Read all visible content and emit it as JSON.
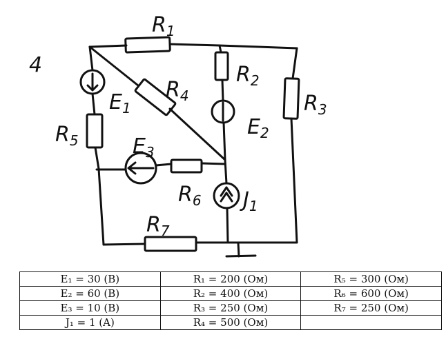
{
  "diagram": {
    "labels": {
      "node": "4",
      "R1": "R1",
      "R2": "R2",
      "R3": "R3",
      "R4": "R4",
      "R5": "R5",
      "R6": "R6",
      "R7": "R7",
      "E1": "E1",
      "E2": "E2",
      "E3": "E3",
      "J1": "J1"
    }
  },
  "table": {
    "rows": [
      [
        "E₁ = 30 (B)",
        "R₁ = 200 (Ом)",
        "R₅ = 300 (Ом)"
      ],
      [
        "E₂ = 60 (B)",
        "R₂ = 400 (Ом)",
        "R₆ = 600 (Ом)"
      ],
      [
        "E₃ = 10 (B)",
        "R₃ = 250 (Ом)",
        "R₇ = 250 (Ом)"
      ],
      [
        "J₁ = 1 (A)",
        "R₄ = 500 (Ом)",
        ""
      ]
    ]
  }
}
